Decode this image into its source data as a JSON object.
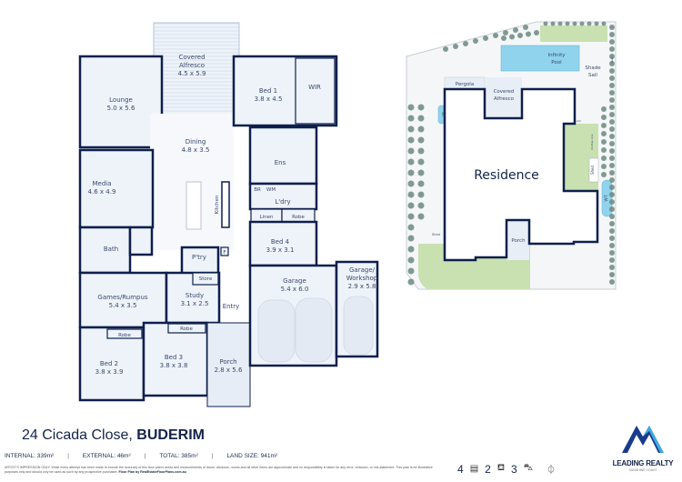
{
  "floor_plan": {
    "rooms": {
      "alfresco": {
        "name": "Covered Alfresco",
        "line1": "Covered",
        "line2": "Alfresco",
        "size": "4.5 x 5.9"
      },
      "lounge": {
        "name": "Lounge",
        "size": "5.0 x 5.6"
      },
      "bed1": {
        "name": "Bed 1",
        "size": "3.8 x 4.5"
      },
      "wir": {
        "name": "WIR"
      },
      "dining": {
        "name": "Dining",
        "size": "4.8 x 3.5"
      },
      "ens": {
        "name": "Ens"
      },
      "media": {
        "name": "Media",
        "size": "4.6 x 4.9"
      },
      "kitchen": {
        "name": "Kitchen"
      },
      "br": {
        "name": "BR"
      },
      "wm": {
        "name": "WM"
      },
      "ldry": {
        "name": "L'dry"
      },
      "linen": {
        "name": "Linen"
      },
      "robe4": {
        "name": "Robe"
      },
      "bed4": {
        "name": "Bed 4",
        "size": "3.9 x 3.1"
      },
      "bath": {
        "name": "Bath"
      },
      "ptry": {
        "name": "P'try"
      },
      "fridge": {
        "name": "F"
      },
      "store": {
        "name": "Store"
      },
      "games": {
        "name": "Games/Rumpus",
        "size": "5.4 x 3.5"
      },
      "study": {
        "name": "Study",
        "size": "3.1 x 2.5"
      },
      "entry": {
        "name": "Entry"
      },
      "garage": {
        "name": "Garage",
        "size": "5.4 x 6.0"
      },
      "workshop": {
        "name": "Garage/ Workshop",
        "line1": "Garage/",
        "line2": "Workshop",
        "size": "2.9 x 5.8"
      },
      "robe2": {
        "name": "Robe"
      },
      "robe3": {
        "name": "Robe"
      },
      "bed2": {
        "name": "Bed 2",
        "size": "3.8 x 3.9"
      },
      "bed3": {
        "name": "Bed 3",
        "size": "3.8 x 3.8"
      },
      "porch": {
        "name": "Porch",
        "size": "2.8 x 5.6"
      }
    }
  },
  "site_plan": {
    "residence": "Residence",
    "pool": {
      "line1": "Infinity",
      "line2": "Pool"
    },
    "shade": {
      "line1": "Shade",
      "line2": "Sail"
    },
    "pergola": "Pergola",
    "alfresco": {
      "line1": "Covered",
      "line2": "Alfresco"
    },
    "porch": "Porch",
    "shed": "Shed",
    "shed2": "Shed",
    "wt": "WT",
    "wt2": "WT",
    "ac": "A/C",
    "seat": "Seat",
    "clothesline": "Clothes Line",
    "colors": {
      "water": "#8fd3ec",
      "lawn": "#c9e0b0",
      "tree": "#6e8a80",
      "wall": "#0e1f4d"
    }
  },
  "footer": {
    "address": "24 Cicada Close, ",
    "suburb": "BUDERIM",
    "internal": "INTERNAL: 339m²",
    "external": "EXTERNAL: 46m²",
    "total": "TOTAL: 385m²",
    "land": "LAND SIZE: 941m²",
    "disclaimer": "ARTIST'S IMPRESSION ONLY. While every attempt has been made to ensure the accuracy of this floor plan's areas and measurements of doors, windows, rooms and all other items are approximate and no responsibility is taken for any error, omission, or mis-statement. This plan is for illustrative purposes only and should only be used as such by any prospective purchaser.",
    "credit": "Floor Plan by RealEstateFloorPlans.com.au",
    "beds": "4",
    "baths": "2",
    "cars": "3",
    "icons": {
      "beds": "bed-icon",
      "baths": "bath-icon",
      "cars": "car-icon",
      "north": "north-compass-icon"
    }
  },
  "logo": {
    "name": "LEADING REALTY",
    "sub": "SUNSHINE COAST",
    "colors": [
      "#1a3a8c",
      "#3fa9e0"
    ]
  }
}
